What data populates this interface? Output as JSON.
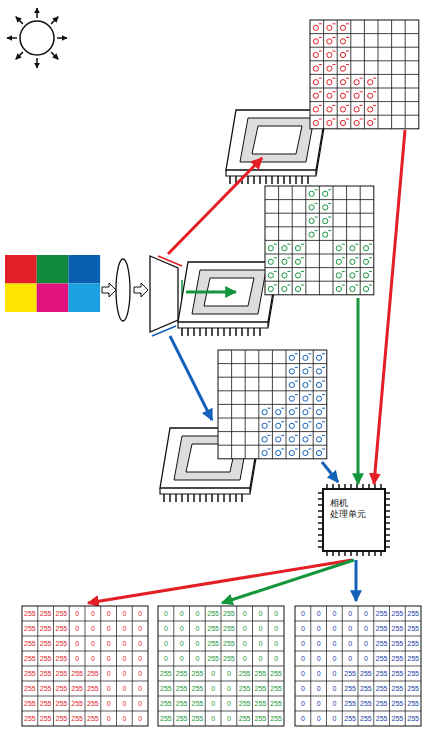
{
  "diagram": {
    "nodes": [
      {
        "text": [
          "相机 处理单元"
        ]
      }
    ],
    "labels": [
      "255",
      "255",
      "255",
      "0",
      "0",
      "0",
      "0",
      "0",
      "255",
      "255",
      "255",
      "0",
      "0",
      "0",
      "0",
      "0",
      "255",
      "255",
      "255",
      "0",
      "0",
      "0",
      "0",
      "0",
      "255",
      "255",
      "255",
      "0",
      "0",
      "0",
      "0",
      "0",
      "255",
      "255",
      "255",
      "255",
      "255",
      "0",
      "0",
      "0",
      "255",
      "255",
      "255",
      "255",
      "255",
      "0",
      "0",
      "0",
      "255",
      "255",
      "255",
      "255",
      "255",
      "0",
      "0",
      "0",
      "255",
      "255",
      "255",
      "255",
      "255",
      "0",
      "0",
      "0",
      "0",
      "0",
      "0",
      "255",
      "255",
      "0",
      "0",
      "0",
      "0",
      "0",
      "0",
      "255",
      "255",
      "0",
      "0",
      "0",
      "0",
      "0",
      "0",
      "255",
      "255",
      "0",
      "0",
      "0",
      "0",
      "0",
      "0",
      "255",
      "255",
      "0",
      "0",
      "0",
      "255",
      "255",
      "255",
      "0",
      "0",
      "255",
      "255",
      "255",
      "255",
      "255",
      "255",
      "0",
      "0",
      "255",
      "255",
      "255",
      "255",
      "255",
      "255",
      "0",
      "0",
      "255",
      "255",
      "255",
      "255",
      "255",
      "255",
      "0",
      "0",
      "255",
      "255",
      "255",
      "0",
      "0",
      "0",
      "0",
      "0",
      "255",
      "255",
      "255",
      "0",
      "0",
      "0",
      "0",
      "0",
      "255",
      "255",
      "255",
      "0",
      "0",
      "0",
      "0",
      "0",
      "255",
      "255",
      "255",
      "0",
      "0",
      "0",
      "0",
      "0",
      "255",
      "255",
      "255",
      "0",
      "0",
      "0",
      "255",
      "255",
      "255",
      "255",
      "255",
      "0",
      "0",
      "0",
      "255",
      "255",
      "255",
      "255",
      "255",
      "0",
      "0",
      "0",
      "255",
      "255",
      "255",
      "255",
      "255",
      "0",
      "0",
      "0",
      "255",
      "255",
      "255",
      "255",
      "255"
    ]
  }
}
